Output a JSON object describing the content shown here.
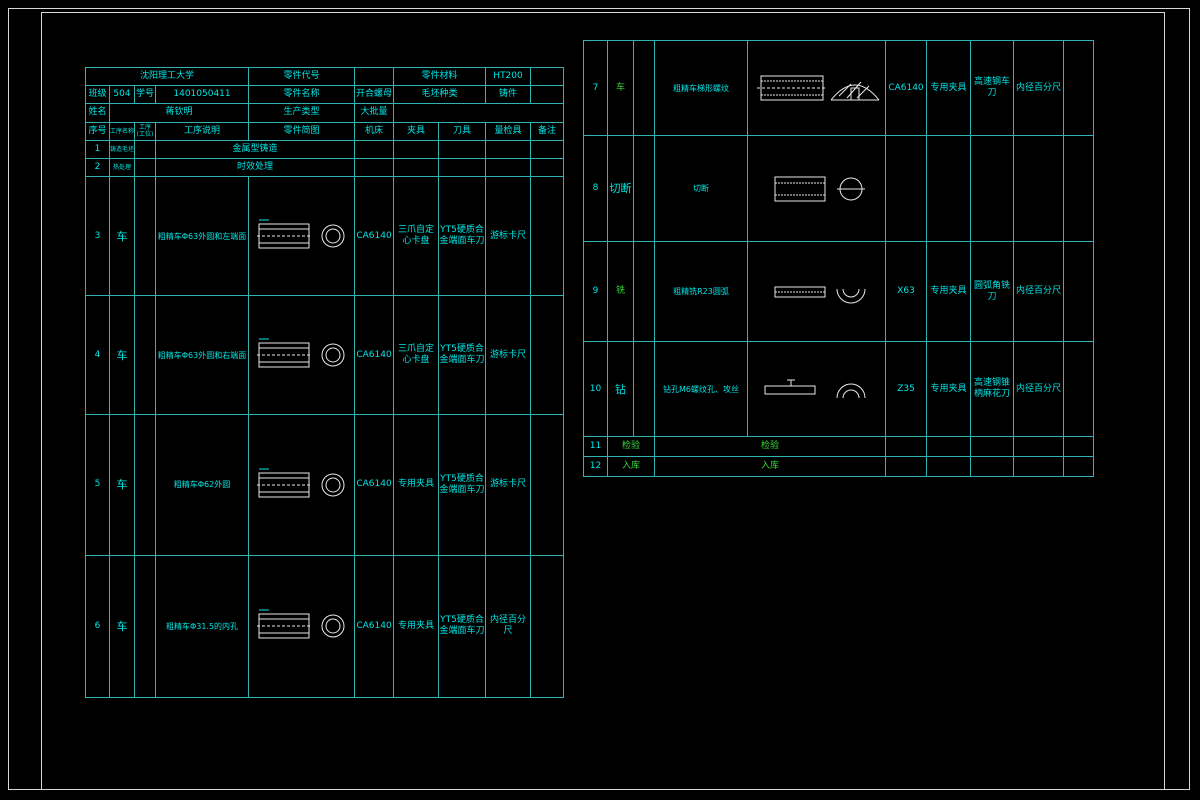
{
  "header": {
    "school": "沈阳理工大学",
    "part_code_label": "零件代号",
    "part_material_label": "零件材料",
    "part_material": "HT200",
    "class_label": "班级",
    "class_value": "504",
    "student_no_label": "学号",
    "student_no": "1401050411",
    "part_name_label": "零件名称",
    "card_no_label": "开合螺母",
    "blank_type_label": "毛坯种类",
    "blank_type": "铸件",
    "name_label": "姓名",
    "name_value": "蒋钦明",
    "production_type_label": "生产类型",
    "production_type": "大批量"
  },
  "columns": {
    "seq": "序号",
    "process_name": "工序名称",
    "process_content": "工序(工位)",
    "process_desc": "工序说明",
    "sketch": "零件简图",
    "machine": "机床",
    "fixture": "夹具",
    "tool": "刀具",
    "gauge": "量检具",
    "remark": "备注"
  },
  "left_rows": [
    {
      "seq": "1",
      "name": "铸造毛坯",
      "desc": "金属型铸造",
      "machine": "",
      "fixture": "",
      "tool": "",
      "gauge": ""
    },
    {
      "seq": "2",
      "name": "热处理",
      "desc": "时效处理",
      "machine": "",
      "fixture": "",
      "tool": "",
      "gauge": ""
    },
    {
      "seq": "3",
      "name": "车",
      "desc": "粗精车Φ63外圆和左端面",
      "machine": "CA6140",
      "fixture": "三爪自定心卡盘",
      "tool": "YT5硬质合金端面车刀",
      "gauge": "游标卡尺"
    },
    {
      "seq": "4",
      "name": "车",
      "desc": "粗精车Φ63外圆和右端面",
      "machine": "CA6140",
      "fixture": "三爪自定心卡盘",
      "tool": "YT5硬质合金端面车刀",
      "gauge": "游标卡尺"
    },
    {
      "seq": "5",
      "name": "车",
      "desc": "粗精车Φ62外圆",
      "machine": "CA6140",
      "fixture": "专用夹具",
      "tool": "YT5硬质合金端面车刀",
      "gauge": "游标卡尺"
    },
    {
      "seq": "6",
      "name": "车",
      "desc": "粗精车Φ31.5的内孔",
      "machine": "CA6140",
      "fixture": "专用夹具",
      "tool": "YT5硬质合金端面车刀",
      "gauge": "内径百分尺"
    }
  ],
  "right_rows": [
    {
      "seq": "7",
      "name": "车",
      "desc": "粗精车梯形螺纹",
      "machine": "CA6140",
      "fixture": "专用夹具",
      "tool": "高速钢车刀",
      "gauge": "内径百分尺"
    },
    {
      "seq": "8",
      "name": "切断",
      "desc": "切断",
      "machine": "",
      "fixture": "",
      "tool": "",
      "gauge": ""
    },
    {
      "seq": "9",
      "name": "铣",
      "desc": "粗精铣R23圆弧",
      "machine": "X63",
      "fixture": "专用夹具",
      "tool": "圆弧角铣刀",
      "gauge": "内径百分尺"
    },
    {
      "seq": "10",
      "name": "钻",
      "desc": "钻孔M6螺纹孔、攻丝",
      "machine": "Z35",
      "fixture": "专用夹具",
      "tool": "高速钢锥柄麻花刀",
      "gauge": "内径百分尺"
    },
    {
      "seq": "11",
      "name": "检验",
      "desc": "检验"
    },
    {
      "seq": "12",
      "name": "入库",
      "desc": "入库"
    }
  ]
}
